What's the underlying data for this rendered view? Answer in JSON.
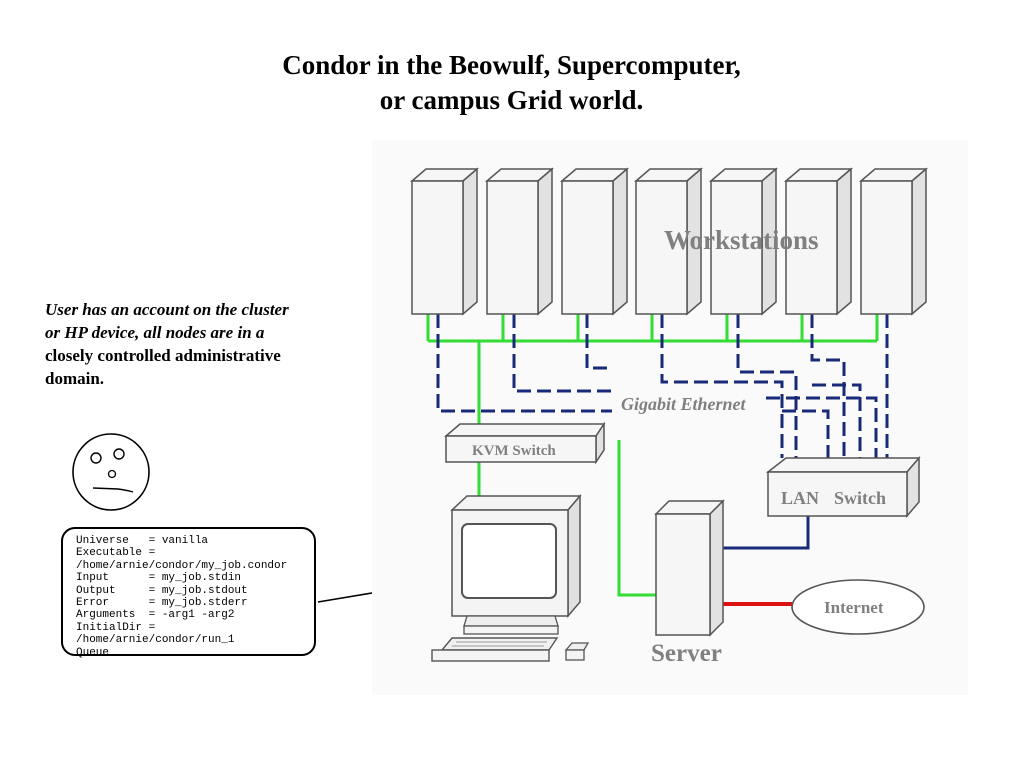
{
  "title": {
    "line1": "Condor in the Beowulf, Supercomputer,",
    "line2": "or campus Grid world."
  },
  "note": {
    "italic_part": "User has an account on the cluster or HP device, all nodes are in a",
    "bold_part": "closely controlled administrative domain."
  },
  "submit_file": {
    "lines": [
      "Universe   = vanilla",
      "Executable =",
      "/home/arnie/condor/my_job.condor",
      "Input      = my_job.stdin",
      "Output     = my_job.stdout",
      "Error      = my_job.stderr",
      "Arguments  = -arg1 -arg2",
      "InitialDir =",
      "/home/arnie/condor/run_1",
      "Queue"
    ]
  },
  "diagram": {
    "workstations_label": "Workstations",
    "ethernet_label": "Gigabit Ethernet",
    "kvm_label": "KVM Switch",
    "lan_label_1": "LAN",
    "lan_label_2": "Switch",
    "internet_label": "Internet",
    "server_label": "Server",
    "colors": {
      "green_link": "#33dd33",
      "blue_link": "#1a2a7a",
      "red_link": "#dd1111",
      "box_fill": "#f6f6f6",
      "box_stroke": "#555555",
      "label_gray": "#808080"
    }
  }
}
